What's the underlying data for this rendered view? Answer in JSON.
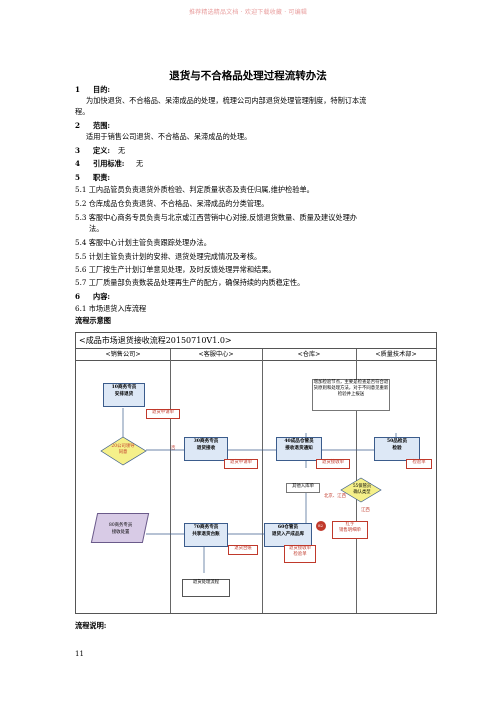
{
  "watermark": "推荐精选精品文档 · 欢迎下载收藏 · 可编辑",
  "title": "退货与不合格品处理过程流转办法",
  "sections": [
    {
      "num": "1",
      "label": "目的:"
    },
    {
      "text": "为加快退货、不合格品、呆滞成品的处理，梳理公司内部退货处理管理制度，特制订本流"
    },
    {
      "text": "程。"
    },
    {
      "num": "2",
      "label": "范围:"
    },
    {
      "text": "适用于销售公司退货、不合格品、呆滞成品的处理。"
    },
    {
      "num": "3",
      "label": "定义:",
      "value": "无"
    },
    {
      "num": "4",
      "label": "引用标准:",
      "value": "无"
    },
    {
      "num": "5",
      "label": "职责:"
    },
    {
      "text": "5.1 工内品管员负责退货外质检验、判定质量状态及责任归属,维护检验单。"
    },
    {
      "text": "5.2 仓库成品仓负责退货、不合格品、呆滞成品的分类管理。"
    },
    {
      "text": "5.3 客服中心商务专员负责与北京或江西营销中心对接,反馈退货数量、质量及建议处理办"
    },
    {
      "text": "法。"
    },
    {
      "text": "5.4 客服中心计划主管负责跟踪处理办法。"
    },
    {
      "text": "5.5 计划主管负责计划的安排、退货处理完成情况及考核。"
    },
    {
      "text": "5.6 工厂按生产计划订单意见处理，及时反馈处理异常和结果。"
    },
    {
      "text": "5.7 工厂质量部负责数装品处理再生产的配方，确保持续的内质稳定性。"
    },
    {
      "num": "6",
      "label": "内容:"
    },
    {
      "text": "6.1 市场退货入库流程"
    },
    {
      "label": "流程示意图"
    }
  ],
  "flowchart": {
    "title": "<成品市场退货接收流程20150710V1.0>",
    "lanes": [
      "<销售公司>",
      "<客服中心>",
      "<仓库>",
      "<质量技术部>"
    ],
    "nodes": {
      "n10": "10商务专员\n安排退货",
      "n20": "20公司领导\n同意",
      "n30": "30商务专员\n退货接收",
      "n40": "40成品仓管员\n接收退货通知",
      "n50": "50品检员\n检验",
      "n55": "55保管员\n确认类型",
      "n60": "60仓管员\n退货入产成品库",
      "n70": "70商务专员\n共享退货台账",
      "n80": "80商务专员\n接收处置",
      "n82": "82"
    },
    "docs": {
      "d_return": "退货申请单",
      "d_return2": "退货申请单",
      "d_receipt": "退货接收单",
      "d_check": "检验单",
      "d_stock": "退货接收单\n检验单",
      "d_ledger": "退货台账",
      "d_process": "退货处理流程",
      "d_detail": "红字\n销售明细单"
    },
    "notes": {
      "quality_note": "增加检验节点，主要是检查是否符合退货原则和处理方法，对于不同意见重新检验并上报送",
      "other": "其他入库单"
    },
    "labels": {
      "no": "否",
      "beijing": "北京、江西",
      "jiangxi": "江西"
    }
  },
  "footer_label": "流程说明:",
  "page_number": "11"
}
